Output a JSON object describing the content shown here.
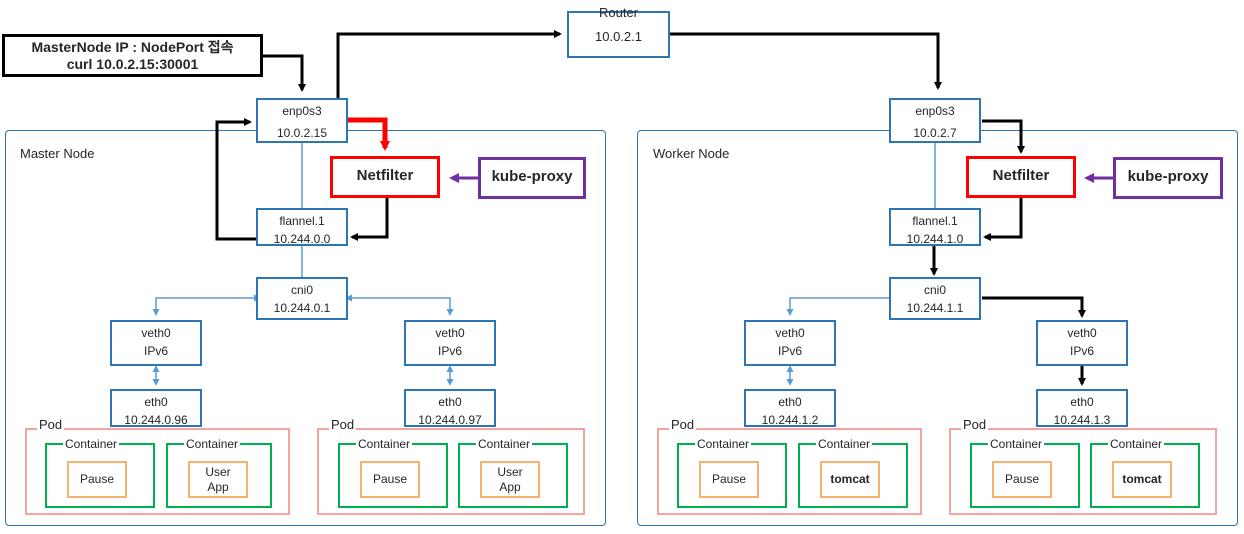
{
  "callout": {
    "line1": "MasterNode IP : NodePort 접속",
    "line2": "curl 10.0.2.15:30001"
  },
  "router": {
    "title": "Router",
    "ip": "10.0.2.1"
  },
  "master": {
    "label": "Master Node",
    "enp": {
      "name": "enp0s3",
      "ip": "10.0.2.15"
    },
    "flannel": {
      "name": "flannel.1",
      "ip": "10.244.0.0"
    },
    "cni": {
      "name": "cni0",
      "ip": "10.244.0.1"
    },
    "netfilter": "Netfilter",
    "kubeproxy": "kube-proxy",
    "pods": [
      {
        "veth": "veth0",
        "veth_ip": "IPv6",
        "eth": "eth0",
        "eth_ip": "10.244.0.96",
        "pod": "Pod",
        "c1": "Container",
        "c1_inner": "Pause",
        "c2": "Container",
        "c2_inner": "User\nApp"
      },
      {
        "veth": "veth0",
        "veth_ip": "IPv6",
        "eth": "eth0",
        "eth_ip": "10.244.0.97",
        "pod": "Pod",
        "c1": "Container",
        "c1_inner": "Pause",
        "c2": "Container",
        "c2_inner": "User\nApp"
      }
    ]
  },
  "worker": {
    "label": "Worker Node",
    "enp": {
      "name": "enp0s3",
      "ip": "10.0.2.7"
    },
    "flannel": {
      "name": "flannel.1",
      "ip": "10.244.1.0"
    },
    "cni": {
      "name": "cni0",
      "ip": "10.244.1.1"
    },
    "netfilter": "Netfilter",
    "kubeproxy": "kube-proxy",
    "pods": [
      {
        "veth": "veth0",
        "veth_ip": "IPv6",
        "eth": "eth0",
        "eth_ip": "10.244.1.2",
        "pod": "Pod",
        "c1": "Container",
        "c1_inner": "Pause",
        "c2": "Container",
        "c2_inner": "tomcat"
      },
      {
        "veth": "veth0",
        "veth_ip": "IPv6",
        "eth": "eth0",
        "eth_ip": "10.244.1.3",
        "pod": "Pod",
        "c1": "Container",
        "c1_inner": "Pause",
        "c2": "Container",
        "c2_inner": "tomcat"
      }
    ]
  },
  "colors": {
    "blue": "#2e75b6",
    "light_blue": "#5b9bd5",
    "red": "#ff0000",
    "purple": "#7030a0",
    "pod": "#f4a3a3",
    "container": "#00b050",
    "inner": "#f9b26e",
    "arrow": "#000000"
  }
}
